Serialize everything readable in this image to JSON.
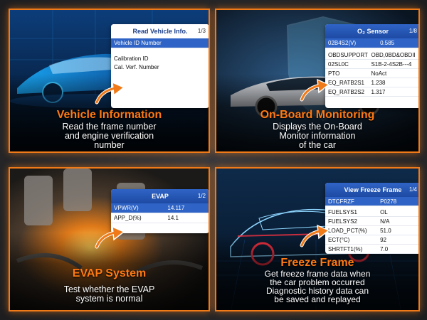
{
  "colors": {
    "accent": "#f07a18",
    "panel_header": "#2f64c6"
  },
  "cards": [
    {
      "title": "Vehicle Information",
      "desc": [
        "Read the frame number",
        "and engine verification",
        "number"
      ],
      "panel": {
        "header": "Read Vehicle Info.",
        "page": "1/3",
        "rows": [
          {
            "k": "Vehicle ID Number",
            "v": "",
            "hl": true
          },
          {
            "k": "Calibration ID",
            "v": ""
          },
          {
            "k": "Cal. Verf. Number",
            "v": ""
          }
        ]
      }
    },
    {
      "title": "On-Board Monitoring",
      "desc": [
        "Displays the On-Board",
        "Monitor information",
        "of the car"
      ],
      "panel": {
        "header": "O₂ Sensor",
        "page": "1/8",
        "rows": [
          {
            "k": "02B4S2(V)",
            "v": "0.585",
            "hl": true
          },
          {
            "k": "OBDSUPPORT",
            "v": "OBD,0BD&OBDII"
          },
          {
            "k": "02SL0C",
            "v": "S1B-2-4S2B---4"
          },
          {
            "k": "PTO",
            "v": "NoAct"
          },
          {
            "k": "EQ_RATB2S1",
            "v": "1.238"
          },
          {
            "k": "EQ_RATB2S2",
            "v": "1.317"
          }
        ]
      }
    },
    {
      "title": "EVAP System",
      "desc": [
        "Test whether the EVAP",
        "system is normal"
      ],
      "panel": {
        "header": "EVAP",
        "page": "1/2",
        "rows": [
          {
            "k": "VPWR(V)",
            "v": "14.117",
            "hl": true
          },
          {
            "k": "APP_D(%)",
            "v": "14.1"
          }
        ]
      }
    },
    {
      "title": "Freeze Frame",
      "desc": [
        "Get freeze frame data when",
        "the car problem occurred",
        "Diagnostic history data can",
        "be saved and replayed"
      ],
      "panel": {
        "header": "View Freeze Frame",
        "page": "1/4",
        "rows": [
          {
            "k": "DTCFRZF",
            "v": "P0278",
            "hl": true
          },
          {
            "k": "FUELSYS1",
            "v": "OL"
          },
          {
            "k": "FUELSYS2",
            "v": "N/A"
          },
          {
            "k": "LOAD_PCT(%)",
            "v": "51.0"
          },
          {
            "k": "ECT(°C)",
            "v": "92"
          },
          {
            "k": "SHRTFT1(%)",
            "v": "7.0"
          }
        ]
      }
    }
  ]
}
